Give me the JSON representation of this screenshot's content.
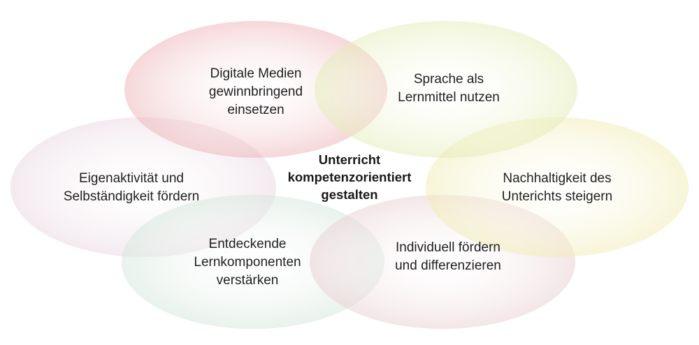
{
  "center": {
    "lines": [
      "Unterricht",
      "kompetenzorientiert",
      "gestalten"
    ]
  },
  "petals": [
    {
      "id": "digital",
      "color": "#e9a3a8",
      "lines": [
        "Digitale Medien",
        "gewinnbringend",
        "einsetzen"
      ]
    },
    {
      "id": "sprache",
      "color": "#e2ecb4",
      "lines": [
        "Sprache als",
        "Lernmittel nutzen"
      ]
    },
    {
      "id": "nachhaltigkeit",
      "color": "#f1edb6",
      "lines": [
        "Nachhaltigkeit des",
        "Unterichts steigern"
      ]
    },
    {
      "id": "individuell",
      "color": "#e8cfd1",
      "lines": [
        "Individuell fördern",
        "und differenzieren"
      ]
    },
    {
      "id": "entdeckend",
      "color": "#d7e7de",
      "lines": [
        "Entdeckende",
        "Lernkomponenten",
        "verstärken"
      ]
    },
    {
      "id": "eigenaktivitaet",
      "color": "#e9d8e1",
      "lines": [
        "Eigenaktivität und",
        "Selbständigkeit fördern"
      ]
    }
  ]
}
